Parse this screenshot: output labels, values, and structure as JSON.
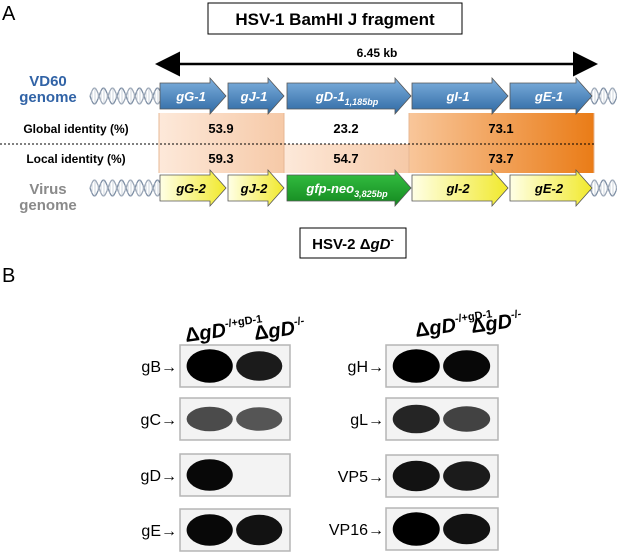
{
  "panel_a": {
    "letter": "A",
    "title": "HSV-1 BamHI J fragment",
    "span_label": "6.45 kb",
    "row_top_label": [
      "VD60",
      "genome"
    ],
    "row_bottom_label": [
      "Virus",
      "genome"
    ],
    "genes_top": [
      {
        "name": "gG-1",
        "sub": ""
      },
      {
        "name": "gJ-1",
        "sub": ""
      },
      {
        "name": "gD-1",
        "sub": "1,185bp"
      },
      {
        "name": "gI-1",
        "sub": ""
      },
      {
        "name": "gE-1",
        "sub": ""
      }
    ],
    "genes_bottom": [
      {
        "name": "gG-2",
        "sub": ""
      },
      {
        "name": "gJ-2",
        "sub": ""
      },
      {
        "name": "gfp-neo",
        "sub": "3,825bp"
      },
      {
        "name": "gI-2",
        "sub": ""
      },
      {
        "name": "gE-2",
        "sub": ""
      }
    ],
    "identity_rows": [
      {
        "label": "Global identity (%)",
        "values": [
          "53.9",
          "23.2",
          "73.1"
        ]
      },
      {
        "label": "Local identity (%)",
        "values": [
          "59.3",
          "54.7",
          "73.7"
        ]
      }
    ],
    "bottom_title": {
      "main": "HSV-2 Δ",
      "gene": "gD",
      "sup": "-"
    }
  },
  "panel_b": {
    "letter": "B",
    "lane_headers": [
      {
        "delta": "Δ",
        "gene": "gD",
        "sup": "-/+gD-1"
      },
      {
        "delta": "Δ",
        "gene": "gD",
        "sup": "-/-"
      }
    ],
    "left_blots": [
      {
        "label": "gB→",
        "lanes": [
          1.0,
          0.8
        ]
      },
      {
        "label": "gC→",
        "lanes": [
          0.55,
          0.5
        ]
      },
      {
        "label": "gD→",
        "lanes": [
          0.9,
          0.0
        ]
      },
      {
        "label": "gE→",
        "lanes": [
          0.9,
          0.85
        ]
      }
    ],
    "right_blots": [
      {
        "label": "gH→",
        "lanes": [
          1.0,
          0.9
        ]
      },
      {
        "label": "gL→",
        "lanes": [
          0.75,
          0.6
        ]
      },
      {
        "label": "VP5→",
        "lanes": [
          0.85,
          0.8
        ]
      },
      {
        "label": "VP16→",
        "lanes": [
          1.0,
          0.85
        ]
      }
    ]
  },
  "colors": {
    "blue_arrow": "#3d79b0",
    "yellow_arrow": "#f4ee3a",
    "green_arrow": "#1a9a2a",
    "peach": "#f9ddc8",
    "orange": "#ee8a2e",
    "genome_blue": "#3163a6",
    "genome_gray": "#8a8a8a"
  }
}
